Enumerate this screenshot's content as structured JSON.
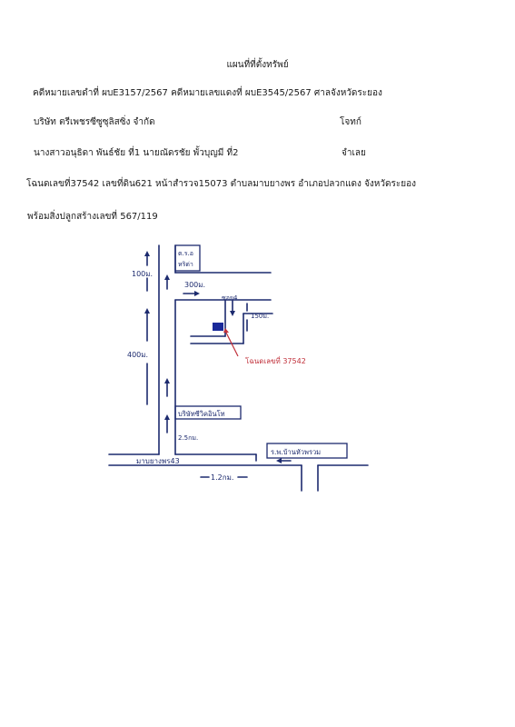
{
  "document": {
    "title": "แผนที่ที่ตั้งทรัพย์",
    "case_line": "คดีหมายเลขดำที่ ผบE3157/2567 คดีหมายเลขแดงที่ ผบE3545/2567 ศาลจังหวัดระยอง",
    "plaintiff": "บริษัท ตรีเพชรซีซูซุลิสซิ่ง จำกัด",
    "plaintiff_role": "โจทก์",
    "defendants": "นางสาวอนุธิดา พันธ์ชัย ที่1 นายณัดรชัย พั้วบุญมี ที่2",
    "defendants_role": "จำเลย",
    "deed_line": "โฉนดเลขที่37542 เลขที่ดิน621 หน้าสำรวจ15073 ตำบลมาบยางพร อำเภอปลวกแดง จังหวัดระยอง",
    "building_line": "พร้อมสิ่งปลูกสร้างเลขที่ 567/119"
  },
  "map": {
    "landmark_top_line1": "ต.ร.อ",
    "landmark_top_line2": "หริด่า",
    "dist_100": "100ม.",
    "dist_300": "300ม.",
    "soi_label": "ซอย4",
    "dist_150": "150ม.",
    "dist_400": "400ม.",
    "deed_label": "โฉนดเลขที่ 37542",
    "company_label": "บริษัทซีวิคอินโท",
    "dist_2_5km": "2.5กม.",
    "hospital_label": "ร.พ.บ้านหัวพรวม",
    "road_label": "มาบยางพร43",
    "dist_1_2km": "1.2กม.",
    "ink_color": "#1c2a6e",
    "plot_color": "#1a2a9a",
    "deed_arrow_color": "#c0303a"
  }
}
